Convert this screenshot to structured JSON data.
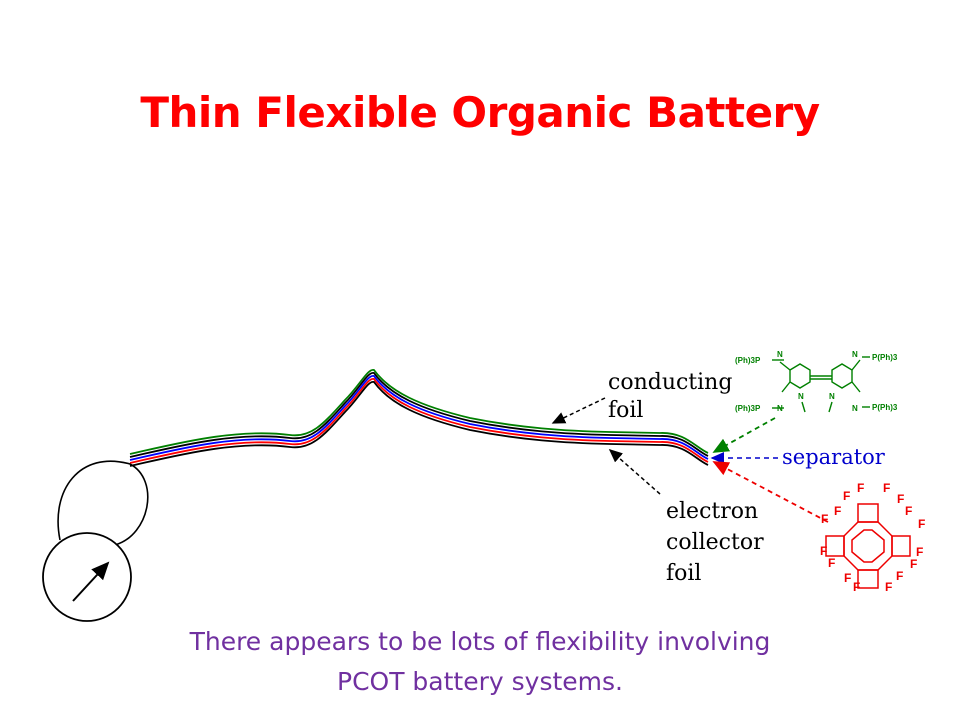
{
  "slide": {
    "title": "Thin Flexible Organic Battery",
    "caption_line1": "There appears to be lots of flexibility involving",
    "caption_line2": "PCOT battery systems."
  },
  "labels": {
    "conducting_foil_1": "conducting",
    "conducting_foil_2": "foil",
    "electron_collector_1": "electron",
    "electron_collector_2": "collector",
    "electron_collector_3": "foil",
    "separator": "separator"
  },
  "chem_green": {
    "ph_left_top": "(Ph)3P",
    "ph_left_bottom": "(Ph)3P",
    "ph_right_top": "P(Ph)3",
    "ph_right_bottom": "P(Ph)3",
    "n": "N"
  },
  "chem_red": {
    "f": "F"
  },
  "colors": {
    "title": "#ff0000",
    "caption": "#7030a0",
    "separator": "#0000cc",
    "conductor_green": "#008000",
    "pcot_red": "#ee0000",
    "layer_black": "#000000",
    "layer_blue": "#0000ff",
    "layer_red": "#ff0000",
    "layer_green": "#008000"
  },
  "icons": {
    "meter": "meter-icon",
    "green_molecule": "bipyridine-molecule-icon",
    "red_molecule": "fluorinated-cot-molecule-icon"
  }
}
